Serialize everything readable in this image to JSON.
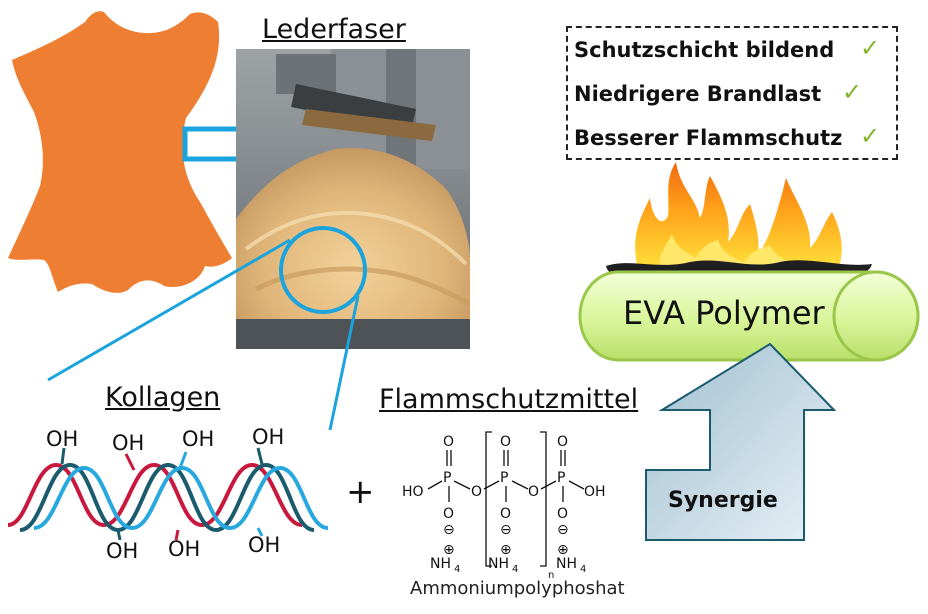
{
  "titles": {
    "leather_fiber": "Lederfaser",
    "collagen": "Kollagen",
    "flame_retardant": "Flammschutzmittel",
    "compound_name": "Ammoniumpolyphoshat"
  },
  "benefits": [
    {
      "label": "Schutzschicht bildend"
    },
    {
      "label": "Niedrigere Brandlast"
    },
    {
      "label": "Besserer Flammschutz"
    }
  ],
  "check_symbol": "✓",
  "polymer_label": "EVA Polymer",
  "synergy_label": "Synergie",
  "plus_sign": "+",
  "oh_label": "OH",
  "chem": {
    "P": "P",
    "O": "O",
    "HO": "HO",
    "OH": "OH",
    "minus": "⊖",
    "plus": "⊕",
    "NH": "NH",
    "four": "4",
    "n": "n"
  },
  "colors": {
    "hide_orange": "#ee7f32",
    "cyan_line": "#1aa3dc",
    "strand_red": "#c8183e",
    "strand_teal": "#1a5b6e",
    "strand_blue": "#29a8e0",
    "check_green": "#86b12b",
    "cylinder_green": "#d9f59a",
    "arrow_fill": "#b8d1df"
  }
}
